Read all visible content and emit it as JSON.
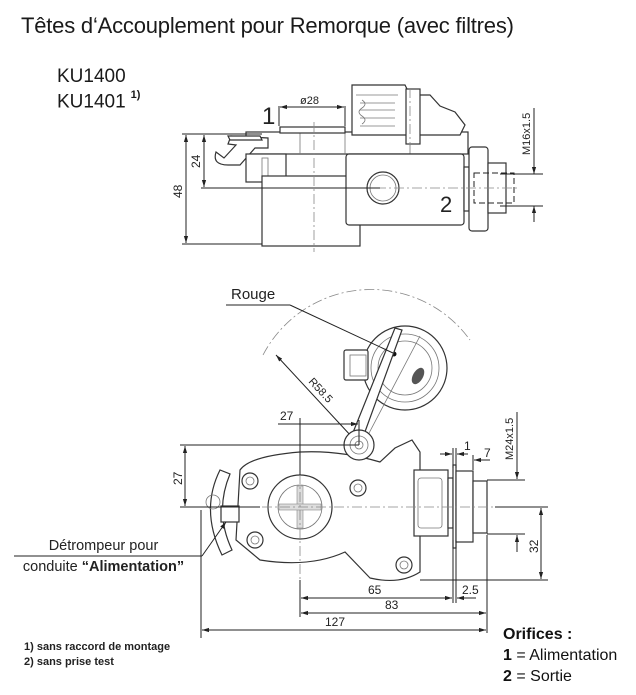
{
  "title": "Têtes d‘Accouplement pour Remorque (avec filtres)",
  "models": [
    {
      "code": "KU1400",
      "note": ""
    },
    {
      "code": "KU1401",
      "note": "1)"
    }
  ],
  "top_view": {
    "port_1_label": "1",
    "port_2_label": "2",
    "dim_diameter": "ø28",
    "dim_height_24": "24",
    "dim_height_48": "48",
    "dim_thread": "M16x1.5"
  },
  "front_view": {
    "callout_rouge": "Rouge",
    "dim_radius": "R58.5",
    "dim_27_horizontal": "27",
    "dim_27_vertical": "27",
    "dim_1": "1",
    "dim_7": "7",
    "dim_thread": "M24x1.5",
    "dim_32": "32",
    "dim_65": "65",
    "dim_2_5": "2.5",
    "dim_83": "83",
    "dim_127": "127",
    "detrompeur_line1": "Détrompeur pour",
    "detrompeur_line2_prefix": "conduite ",
    "detrompeur_line2_bold": "“Alimentation”"
  },
  "footnotes": [
    "1) sans raccord de montage",
    "2) sans prise test"
  ],
  "orifices": {
    "heading": "Orifices :",
    "items": [
      {
        "num": "1",
        "label": " = Alimentation"
      },
      {
        "num": "2",
        "label": " = Sortie"
      }
    ]
  }
}
